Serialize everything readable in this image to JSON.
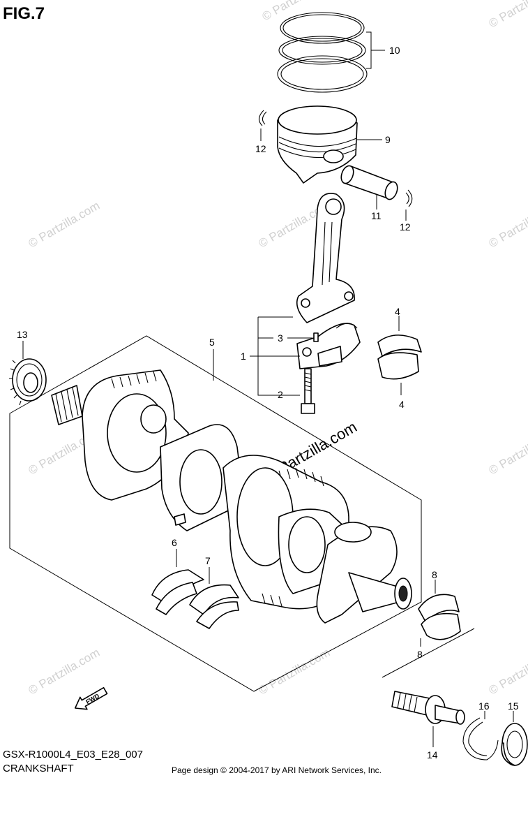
{
  "figure": {
    "title": "FIG.7",
    "model_code": "GSX-R1000L4_E03_E28_007",
    "section_name": "CRANKSHAFT",
    "credit": "Page design © 2004-2017 by ARI Network Services, Inc."
  },
  "watermark": {
    "text": "© Partzilla.com"
  },
  "direction_marker": "FWD",
  "callouts": {
    "c1": "1",
    "c2": "2",
    "c3": "3",
    "c4a": "4",
    "c4b": "4",
    "c5": "5",
    "c6": "6",
    "c7": "7",
    "c8a": "8",
    "c8b": "8",
    "c9": "9",
    "c10": "10",
    "c11": "11",
    "c12a": "12",
    "c12b": "12",
    "c13": "13",
    "c14": "14",
    "c15": "15",
    "c16": "16"
  }
}
